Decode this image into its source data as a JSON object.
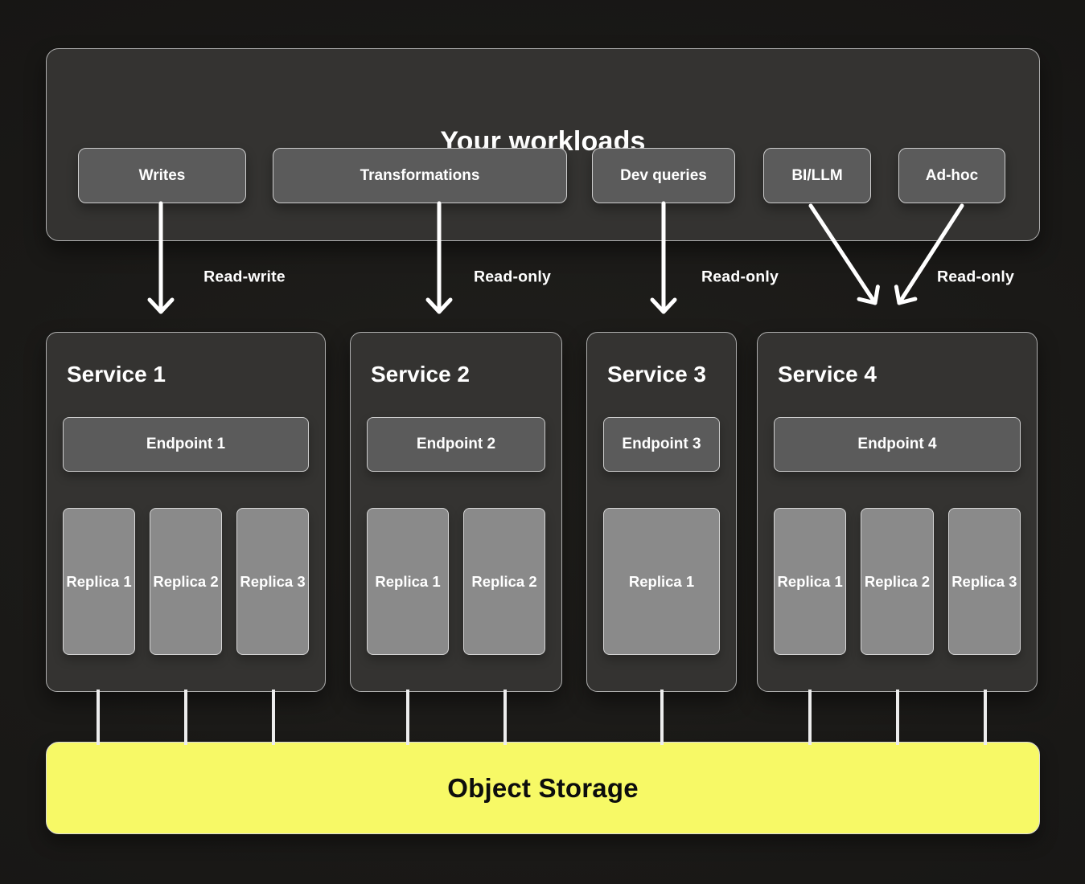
{
  "workloads": {
    "title": "Your workloads",
    "items": [
      {
        "label": "Writes"
      },
      {
        "label": "Transformations"
      },
      {
        "label": "Dev queries"
      },
      {
        "label": "BI/LLM"
      },
      {
        "label": "Ad-hoc"
      }
    ]
  },
  "flows": [
    {
      "label": "Read-write",
      "source": "Writes",
      "target": "Service 1"
    },
    {
      "label": "Read-only",
      "source": "Transformations",
      "target": "Service 2"
    },
    {
      "label": "Read-only",
      "source": "Dev queries",
      "target": "Service 3"
    },
    {
      "label": "Read-only",
      "source": "BI/LLM",
      "target": "Service 4"
    },
    {
      "label": "Read-only",
      "source": "Ad-hoc",
      "target": "Service 4"
    }
  ],
  "services": [
    {
      "title": "Service 1",
      "endpoint": "Endpoint 1",
      "replicas": [
        "Replica 1",
        "Replica 2",
        "Replica 3"
      ]
    },
    {
      "title": "Service 2",
      "endpoint": "Endpoint 2",
      "replicas": [
        "Replica 1",
        "Replica 2"
      ]
    },
    {
      "title": "Service 3",
      "endpoint": "Endpoint 3",
      "replicas": [
        "Replica 1"
      ]
    },
    {
      "title": "Service 4",
      "endpoint": "Endpoint 4",
      "replicas": [
        "Replica 1",
        "Replica 2",
        "Replica 3"
      ]
    }
  ],
  "storage": {
    "label": "Object Storage"
  },
  "colors": {
    "accent_yellow": "#f7f966",
    "panel_gray": "#343331",
    "chip_gray": "#5b5b5b",
    "replica_gray": "#8a8a8a",
    "arrow_white": "#ffffff",
    "background": "#1a1917"
  }
}
